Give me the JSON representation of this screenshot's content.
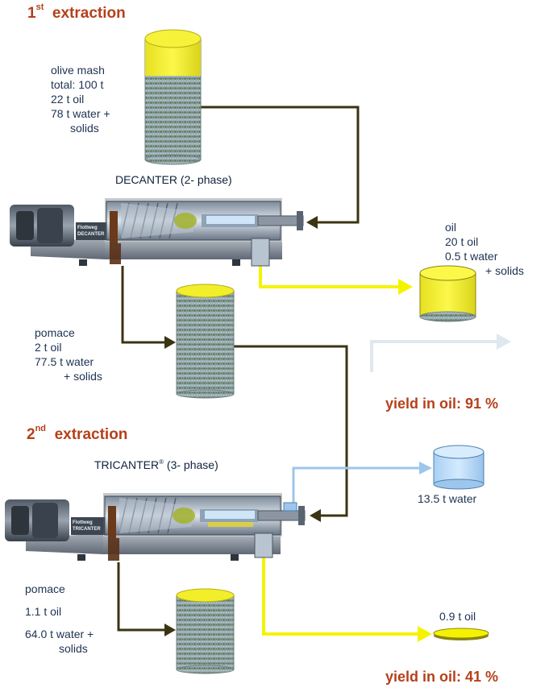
{
  "extraction1": {
    "heading_num": "1",
    "heading_sup": "st",
    "heading_rest": "extraction"
  },
  "extraction2": {
    "heading_num": "2",
    "heading_sup": "nd",
    "heading_rest": "extraction"
  },
  "olive_mash": {
    "line1": "olive mash",
    "line2": "total: 100 t",
    "line3": "22 t oil",
    "line4": "78 t water +",
    "line5": "solids"
  },
  "decanter": {
    "name": "DECANTER",
    "phase": "(2- phase)",
    "badge_brand": "Flottweg",
    "badge_model": "DECANTER"
  },
  "tricanter": {
    "name": "TRICANTER",
    "mark": "®",
    "phase": "(3- phase)",
    "badge_brand": "Flottweg",
    "badge_model": "TRICANTER"
  },
  "oil_output1": {
    "line1": "oil",
    "line2": "20 t oil",
    "line3": "0.5 t water",
    "line4": "+ solids"
  },
  "pomace1": {
    "line1": "pomace",
    "line2": "2 t oil",
    "line3": "77.5 t water",
    "line4": "+ solids"
  },
  "yield1": "yield in oil: 91 %",
  "water_output": "13.5 t water",
  "pomace2": {
    "line1": "pomace",
    "line2": "1.1 t oil",
    "line3": "64.0 t water +",
    "line4": "solids"
  },
  "oil_output2": "0.9 t oil",
  "yield2": "yield in oil: 41 %",
  "colors": {
    "heading": "#b5401a",
    "text": "#1e3252",
    "solids_flow": "#3b3412",
    "oil_flow": "#f4f400",
    "water_flow": "#9cc6ec",
    "tank_oil": "#f2f02a",
    "tank_water": "#bcdcf8"
  }
}
